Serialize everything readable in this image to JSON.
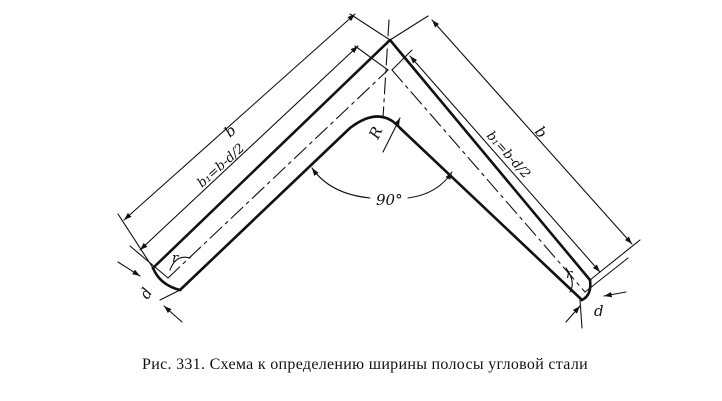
{
  "labels": {
    "b_left": "b",
    "b1_left": "b₁=b-d/2",
    "b_right": "b",
    "b1_right": "b₁=b-d/2",
    "radius": "R",
    "angle": "90°",
    "r_left": "r",
    "r_right": "r",
    "d_left": "d",
    "d_right": "d"
  },
  "caption": "Рис. 331. Схема к определению ширины полосы угловой стали"
}
